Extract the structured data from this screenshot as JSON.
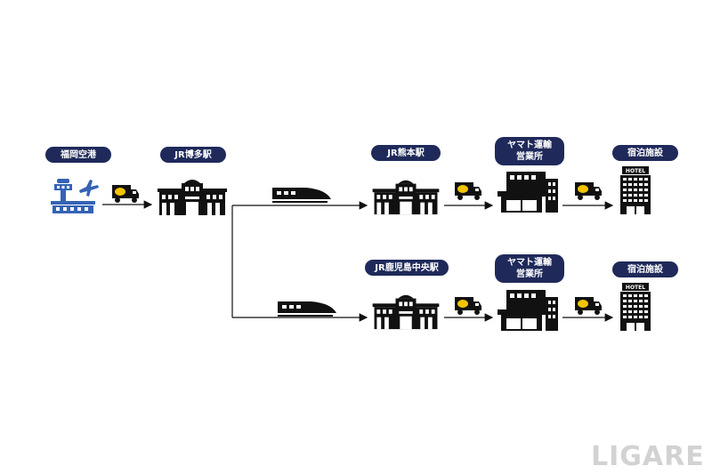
{
  "labels": {
    "fukuoka_airport": "福岡空港",
    "jr_hakata": "JR博多駅",
    "jr_kumamoto": "JR熊本駅",
    "yamato_office_1_line1": "ヤマト運輸",
    "yamato_office_1_line2": "営業所",
    "hotel_1": "宿泊施設",
    "jr_kagoshima": "JR鹿児島中央駅",
    "yamato_office_2_line1": "ヤマト運輸",
    "yamato_office_2_line2": "営業所",
    "hotel_2": "宿泊施設"
  },
  "hotel_sign": "HOTEL",
  "watermark": "LIGARE",
  "icons": [
    "airport-icon",
    "truck-icon",
    "station-icon",
    "train-icon",
    "office-building-icon",
    "hotel-icon"
  ],
  "colors": {
    "navy": "#1f2a5a",
    "airport_blue": "#3563b5",
    "truck_yellow": "#f2c400",
    "watermark": "#d2d2d2"
  }
}
